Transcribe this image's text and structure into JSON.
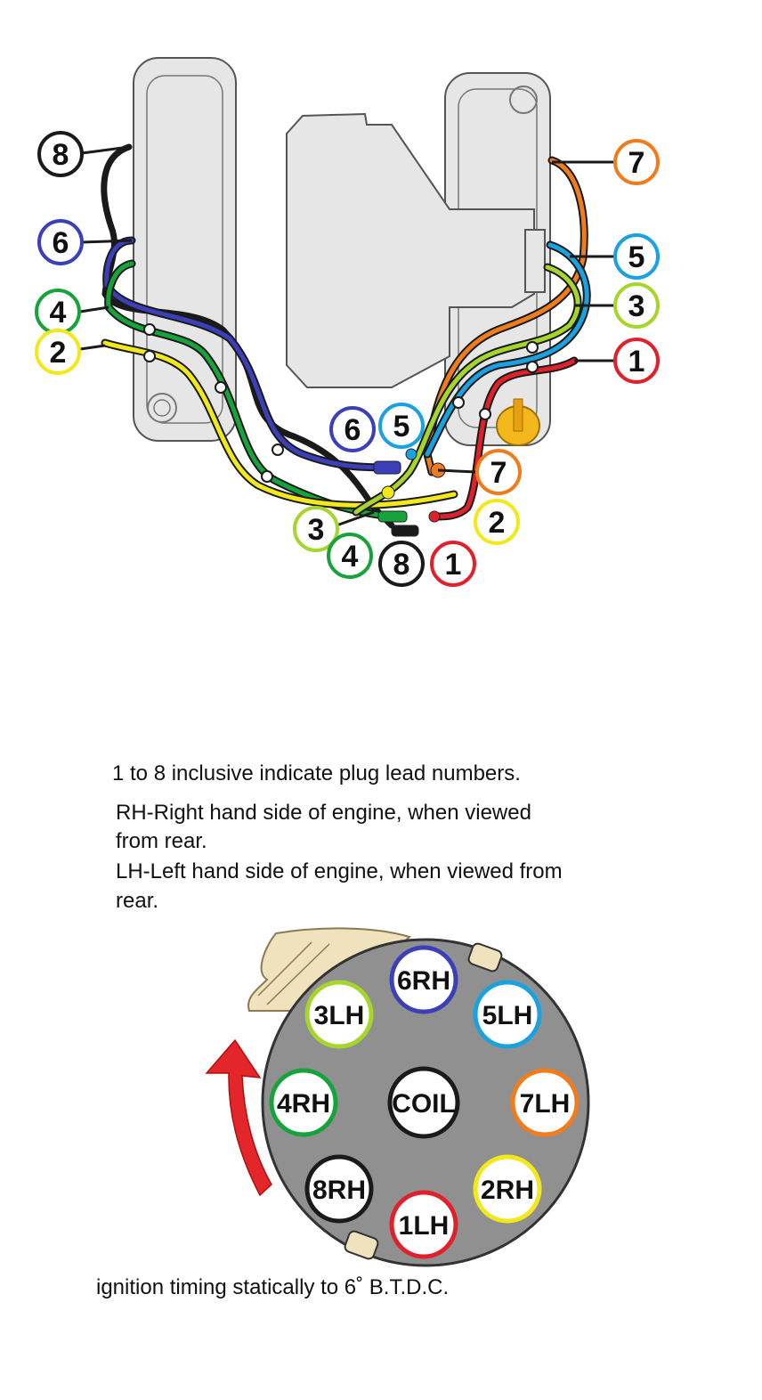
{
  "colors": {
    "lead1": "#e0202a",
    "lead2": "#f2e81a",
    "lead3": "#a6d62c",
    "lead4": "#17a33b",
    "lead5": "#1aa2e0",
    "lead6": "#3b3fb8",
    "lead7": "#f07c1e",
    "lead8": "#1a1a1a",
    "engine": "#e6e6e6",
    "distributor": "#909090",
    "arrow": "#e3262a"
  },
  "lead_labels": {
    "l8": "8",
    "l6": "6",
    "l4": "4",
    "l2": "2",
    "r7": "7",
    "r5": "5",
    "r3": "3",
    "r1": "1",
    "c6": "6",
    "c5": "5",
    "c7": "7",
    "c2": "2",
    "c3": "3",
    "c4": "4",
    "c8": "8",
    "c1": "1"
  },
  "notes": {
    "line1": "1 to 8 inclusive indicate plug lead   numbers.",
    "rh_line1": "RH-Right hand side of engine, when viewed",
    "rh_line2": "from rear.",
    "lh_line1": "LH-Left hand side of engine, when viewed from",
    "lh_line2": "rear."
  },
  "distributor_cap": {
    "center": "COIL",
    "terminals": {
      "t6rh": "6RH",
      "t5lh": "5LH",
      "t7lh": "7LH",
      "t2rh": "2RH",
      "t1lh": "1LH",
      "t8rh": "8RH",
      "t4rh": "4RH",
      "t3lh": "3LH"
    },
    "rotation_arrow": "counter-clockwise-arrow-icon"
  },
  "footer": {
    "timing": "ignition timing statically to 6˚ B.T.D.C."
  }
}
